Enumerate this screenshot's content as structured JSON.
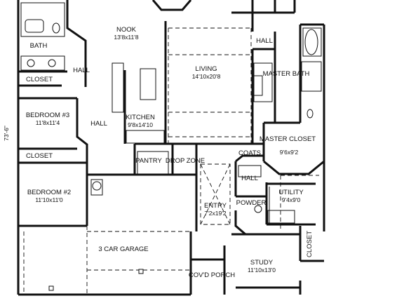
{
  "plan": {
    "overall_dimension": "73'-6\"",
    "rooms": {
      "bath": {
        "name": "BATH"
      },
      "closet_upper": {
        "name": "CLOSET"
      },
      "hall_left": {
        "name": "HALL"
      },
      "bedroom3": {
        "name": "BEDROOM #3",
        "size": "11'8x11'4"
      },
      "hall_mid": {
        "name": "HALL"
      },
      "closet_lower": {
        "name": "CLOSET"
      },
      "bedroom2": {
        "name": "BEDROOM #2",
        "size": "11'10x11'0"
      },
      "nook": {
        "name": "NOOK",
        "size": "13'8x11'8"
      },
      "kitchen": {
        "name": "KITCHEN",
        "size": "9'8x14'10"
      },
      "pantry": {
        "name": "PANTRY"
      },
      "drop_zone": {
        "name": "DROP ZONE"
      },
      "living": {
        "name": "LIVING",
        "size": "14'10x20'8"
      },
      "hall_right": {
        "name": "HALL"
      },
      "master_bath": {
        "name": "MASTER BATH"
      },
      "master_closet": {
        "name": "MASTER CLOSET",
        "size": "9'6x9'2"
      },
      "coats": {
        "name": "COATS"
      },
      "hall_entry": {
        "name": "HALL"
      },
      "powder": {
        "name": "POWDER"
      },
      "utility": {
        "name": "UTILITY",
        "size": "9'4x9'0"
      },
      "entry": {
        "name": "ENTRY",
        "size": "7'2x19'2"
      },
      "garage": {
        "name": "3 CAR GARAGE"
      },
      "covd_porch": {
        "name": "COV'D PORCH"
      },
      "study": {
        "name": "STUDY",
        "size": "11'10x13'0"
      },
      "closet_study": {
        "name": "CLOSET"
      }
    }
  }
}
